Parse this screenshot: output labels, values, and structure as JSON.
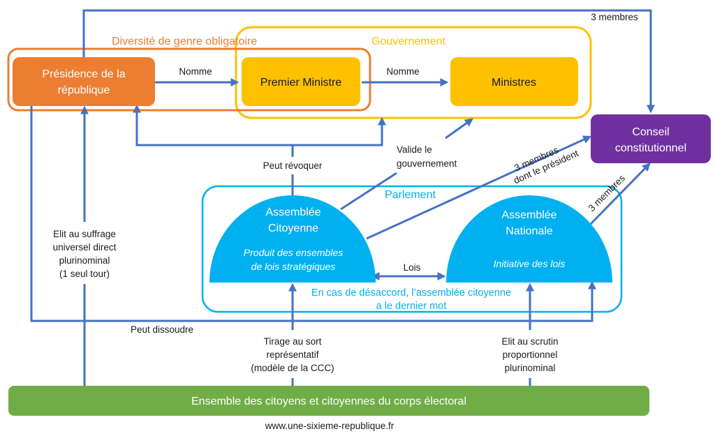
{
  "title": "Institutions d'une sixième république",
  "colors": {
    "presidence": "#ED7D31",
    "gouvernement": "#FFC000",
    "conseil": "#7030A0",
    "parlement": "#00B0F0",
    "citoyens": "#70AD47",
    "connector": "#4472C4"
  },
  "groups": {
    "diversite": "Diversité de genre obligatoire",
    "gouvernement": "Gouvernement",
    "parlement": "Parlement"
  },
  "nodes": {
    "presidence": {
      "line1": "Présidence de la",
      "line2": "république"
    },
    "premier_ministre": "Premier Ministre",
    "ministres": "Ministres",
    "conseil": {
      "line1": "Conseil",
      "line2": "constitutionnel"
    },
    "assemblee_citoyenne": {
      "line1": "Assemblée",
      "line2": "Citoyenne",
      "desc1": "Produit des ensembles",
      "desc2": "de lois stratégiques"
    },
    "assemblee_nationale": {
      "line1": "Assemblée",
      "line2": "Nationale",
      "desc": "Initiative des lois"
    },
    "citoyens": "Ensemble des citoyens et citoyennes du corps électoral"
  },
  "edges": {
    "nomme_pm": "Nomme",
    "nomme_ministres": "Nomme",
    "trois_membres_top": "3 membres",
    "peut_revoquer": "Peut révoquer",
    "valide": {
      "line1": "Valide le",
      "line2": "gouvernement"
    },
    "ac_conseil": {
      "line1": "3 membres",
      "line2": "dont le président"
    },
    "an_conseil": "3 membres",
    "lois": "Lois",
    "desaccord": {
      "line1": "En cas de désaccord, l’assemblée citoyenne",
      "line2": "a le dernier mot"
    },
    "elit_president": {
      "line1": "Elit au suffrage",
      "line2": "universel direct",
      "line3": "plurinominal",
      "line4": "(1 seul tour)"
    },
    "peut_dissoudre": "Peut dissoudre",
    "tirage": {
      "line1": "Tirage au sort",
      "line2": "représentatif",
      "line3": "(modèle de la CCC)"
    },
    "elit_an": {
      "line1": "Elit au scrutin",
      "line2": "proportionnel",
      "line3": "plurinominal"
    }
  },
  "footer": "www.une-sixieme-republique.fr"
}
